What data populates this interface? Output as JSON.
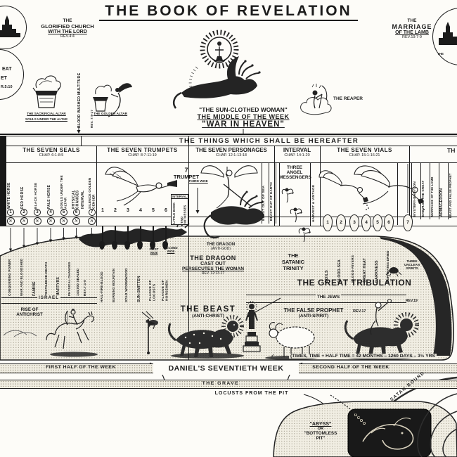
{
  "colors": {
    "ink": "#1c1c1c",
    "paper": "#fdfcf8",
    "stipple": "#f1eee3"
  },
  "title": "THE BOOK OF REVELATION",
  "top": {
    "glorified_church": {
      "l1": "THE",
      "l2": "GLORIFIED CHURCH",
      "l3": "WITH THE LORD",
      "ref": "REV.4:4"
    },
    "left_circle": {
      "f1": "EAT",
      "f2": "ET",
      "f3": "R.5:10"
    },
    "sacrificial_altar": {
      "l1": "THE SACRIFICIAL ALTAR",
      "l2": "SOULS UNDER THE ALTAR"
    },
    "golden_altar": "THE GOLDEN ALTAR",
    "blood_washed": {
      "l1": "BLOOD WASHED MULTITUDE",
      "ref": "REV. 7:9-17"
    },
    "woman": {
      "l1": "\"THE SUN-CLOTHED WOMAN\"",
      "l2": "THE MIDDLE OF THE WEEK",
      "l3": "\"WAR IN HEAVEN\""
    },
    "reaper": "THE REAPER",
    "marriage": {
      "l1": "THE",
      "l2": "MARRIAGE",
      "l3": "OF THE LAMB",
      "ref": "REV.19:7-9"
    },
    "right_circle": {
      "f1": "THE"
    }
  },
  "header": {
    "hereafter": "THE THINGS WHICH SHALL BE HEREAFTER",
    "sections": [
      {
        "title": "THE SEVEN SEALS",
        "chap": "CHAP. 6:1-8:5"
      },
      {
        "title": "THE SEVEN TRUMPETS",
        "chap": "CHAP. 8:7-11:19"
      },
      {
        "title": "THE SEVEN PERSONAGES",
        "chap": "CHAP. 12:1-13:18"
      },
      {
        "title": "INTERVAL",
        "chap": "CHAP. 14:1-20"
      },
      {
        "title": "THE SEVEN VIALS",
        "chap": "CHAP. 15:1-16:21"
      },
      {
        "title": "TH",
        "chap": ""
      }
    ]
  },
  "seals": {
    "marker": "S",
    "items": [
      {
        "num": "1",
        "label": "WHITE HORSE"
      },
      {
        "num": "2",
        "label": "RED HORSE"
      },
      {
        "num": "3",
        "label": "BLACK HORSE"
      },
      {
        "num": "4",
        "label": "PALE HORSE"
      },
      {
        "num": "5",
        "label": "SOULS UNDER THE ALTAR"
      },
      {
        "num": "6",
        "label": "PHYSICAL CHANGES"
      },
      {
        "num": "",
        "label": "INTERVAL"
      },
      {
        "num": "7",
        "label": "SILENCE GOLDEN CENSER"
      }
    ]
  },
  "trumpets": {
    "numbers": [
      "1",
      "2",
      "3",
      "4",
      "5",
      "6"
    ],
    "seventh": {
      "num": "7",
      "label": "TRUMPET",
      "woe": "THIRD WOE"
    },
    "interval_box": {
      "title": "INTERVAL",
      "item1": "LITTLE BOOK",
      "item2": "TWO WITNESSES"
    },
    "judgments": [
      "HAIL-FIRE-BLOOD",
      "BURNING MOUNTAIN",
      "STAR WORMWOOD",
      "SUN-SMITTEN",
      "PLAGUE OF LOCUSTS",
      "PLAGUE OF HORSEMEN"
    ],
    "woe1a": "FIRST",
    "woe1b": "WOE",
    "woe2a": "SECOND",
    "woe2b": "WOE"
  },
  "personages": {
    "label1": "BEAST OUT OF SEA",
    "label2": "BEAST OUT OF EARTH"
  },
  "interval": {
    "a1": "THREE",
    "a2": "ANGEL",
    "a3": "MESSENGERS",
    "harvest": "HARVEST & VINTAGE"
  },
  "vials": {
    "numbers": [
      "1",
      "2",
      "3",
      "4",
      "5",
      "6",
      "7"
    ],
    "judgments": [
      "BOILS",
      "BLOOD-SEA",
      "BLOOD-RIVERS",
      "GREAT HEAT",
      "DARKNESS",
      "EUPHRATES DRIED"
    ],
    "unclean": {
      "l1": "THREE",
      "l2": "UNCLEAN",
      "l3": "SPIRITS"
    }
  },
  "right_panel": [
    "MYSTERY-BABYLON",
    "BABYLON THE GREAT",
    "MARRIAGE OF THE LAMB",
    "ARMAGEDDON",
    "BEAST AND FALSE PROPHET"
  ],
  "week": {
    "slope_labels": [
      "CONQUERING POWER",
      "WAR AND BLOODSHED",
      "FAMINE",
      "PESTILENCE-DEATH",
      "MARTYRS",
      "PHYSICAL CHANGES",
      "144,000 SEALED",
      "REV.7:1-8"
    ],
    "israel": "ISRAEL",
    "rise": {
      "l1": "RISE OF",
      "l2": "ANTICHRIST"
    },
    "dragon_small": {
      "l1": "THE DRAGON",
      "l2": "(ANTI-GOD)"
    },
    "dragon_cast": {
      "l1": "THE DRAGON",
      "l2": "CAST OUT",
      "l3": "PERSECUTES THE WOMAN",
      "l4": "REV. 12:13-17"
    },
    "satanic": {
      "l1": "THE",
      "l2": "SATANIC",
      "l3": "TRINITY"
    },
    "tribulation": "THE GREAT TRIBULATION",
    "jews": "THE JEWS",
    "rev19": "REV.19",
    "beast": {
      "l1": "THE BEAST",
      "l2": "(ANTI-CHRIST)"
    },
    "false_prophet": {
      "l1": "THE FALSE PROPHET",
      "l2": "(ANTI-SPIRIT)"
    },
    "rev17": "REV.17",
    "times": "(TIMES, TIME + HALF TIME = 42 MONTHS – 1260 DAYS – 3½ YRS"
  },
  "bottom": {
    "first_half": "FIRST HALF OF THE WEEK",
    "daniels": "DANIEL'S SEVENTIETH WEEK",
    "second_half": "SECOND HALF OF THE WEEK",
    "grave": "THE GRAVE",
    "locusts": "LOCUSTS FROM THE PIT",
    "satan_bound": "SATAN BOUND",
    "abyss": {
      "l1": "\"ABYSS\"",
      "l2": "OR",
      "l3": "\"BOTTOMLESS",
      "l4": "PIT\""
    }
  }
}
